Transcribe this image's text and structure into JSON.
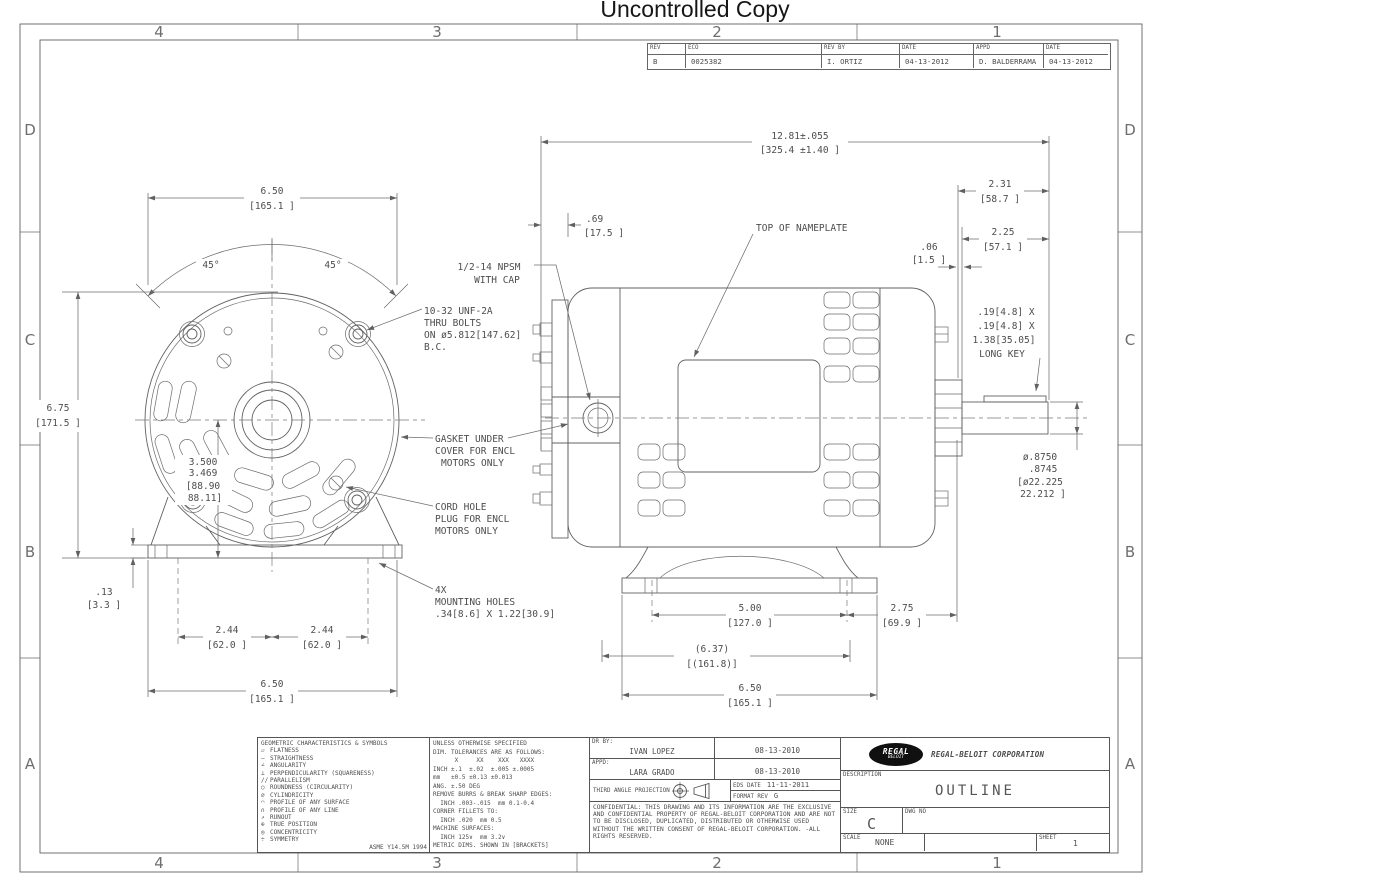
{
  "watermark": "Uncontrolled Copy",
  "zones": {
    "cols": [
      "4",
      "3",
      "2",
      "1"
    ],
    "rows": [
      "D",
      "C",
      "B",
      "A"
    ]
  },
  "rev_table": {
    "headers": [
      "REV",
      "ECO",
      "REV BY",
      "DATE",
      "APPD",
      "DATE"
    ],
    "values": [
      "B",
      "0025382",
      "I. ORTIZ",
      "04-13-2012",
      "D. BALDERRAMA",
      "04-13-2012"
    ]
  },
  "front": {
    "dia": {
      "in": "6.50",
      "mm": "[165.1 ]"
    },
    "angle_l": "45°",
    "angle_r": "45°",
    "height": {
      "in": "6.75",
      "mm": "[171.5 ]"
    },
    "ch": {
      "l1": "3.500",
      "l2": "3.469",
      "l3": "[88.90",
      "l4": "88.11]"
    },
    "foot_thk": {
      "in": ".13",
      "mm": "[3.3 ]"
    },
    "foot_l": {
      "in": "2.44",
      "mm": "[62.0 ]"
    },
    "foot_r": {
      "in": "2.44",
      "mm": "[62.0 ]"
    },
    "base": {
      "in": "6.50",
      "mm": "[165.1 ]"
    }
  },
  "side": {
    "overall": {
      "in": "12.81±.055",
      "mm": "[325.4 ±1.40 ]"
    },
    "setback": {
      "in": ".69",
      "mm": "[17.5 ]"
    },
    "nameplate": "TOP OF NAMEPLATE",
    "ext1": {
      "in": "2.31",
      "mm": "[58.7 ]"
    },
    "ext2": {
      "in": "2.25",
      "mm": "[57.1 ]"
    },
    "gap": {
      "in": ".06",
      "mm": "[1.5 ]"
    },
    "key": {
      "l1": ".19[4.8] X",
      "l2": ".19[4.8] X",
      "l3": "1.38[35.05]",
      "l4": "LONG KEY"
    },
    "shaft": {
      "l1": "ø.8750",
      "l2": ".8745",
      "l3": "[ø22.225",
      "l4": "22.212 ]"
    },
    "holes": {
      "in": "5.00",
      "mm": "[127.0 ]"
    },
    "hole_shaft": {
      "in": "2.75",
      "mm": "[69.9 ]"
    },
    "ref": {
      "in": "(6.37)",
      "mm": "[(161.8)]"
    },
    "base": {
      "in": "6.50",
      "mm": "[165.1 ]"
    }
  },
  "callouts": {
    "npsm": {
      "l1": "1/2-14 NPSM",
      "l2": "WITH CAP"
    },
    "bolts": {
      "l1": "10-32 UNF-2A",
      "l2": "THRU BOLTS",
      "l3": "ON ø5.812[147.62]",
      "l4": "B.C."
    },
    "gasket": {
      "l1": "GASKET UNDER",
      "l2": "COVER FOR ENCL",
      "l3": "MOTORS ONLY"
    },
    "cord": {
      "l1": "CORD HOLE",
      "l2": "PLUG FOR ENCL",
      "l3": "MOTORS ONLY"
    },
    "mount": {
      "l1": "4X",
      "l2": "MOUNTING HOLES",
      "l3": ".34[8.6] X 1.22[30.9]"
    }
  },
  "title_block": {
    "geo": {
      "title": "GEOMETRIC CHARACTERISTICS & SYMBOLS",
      "standard": "ASME Y14.5M 1994",
      "items": [
        {
          "s": "▱",
          "t": "FLATNESS"
        },
        {
          "s": "—",
          "t": "STRAIGHTNESS"
        },
        {
          "s": "∠",
          "t": "ANGULARITY"
        },
        {
          "s": "⊥",
          "t": "PERPENDICULARITY (SQUARENESS)"
        },
        {
          "s": "//",
          "t": "PARALLELISM"
        },
        {
          "s": "○",
          "t": "ROUNDNESS (CIRCULARITY)"
        },
        {
          "s": "⌀",
          "t": "CYLINDRICITY"
        },
        {
          "s": "◠",
          "t": "PROFILE OF ANY SURFACE"
        },
        {
          "s": "∩",
          "t": "PROFILE OF ANY LINE"
        },
        {
          "s": "↗",
          "t": "RUNOUT"
        },
        {
          "s": "⊕",
          "t": "TRUE POSITION"
        },
        {
          "s": "◎",
          "t": "CONCENTRICITY"
        },
        {
          "s": "÷",
          "t": "SYMMETRY"
        }
      ]
    },
    "tol": {
      "lines": [
        "UNLESS OTHERWISE SPECIFIED",
        "DIM. TOLERANCES ARE AS FOLLOWS:",
        "      X     XX    XXX   XXXX",
        "INCH ±.1  ±.02  ±.005 ±.0005",
        "mm   ±0.5 ±0.13 ±0.013",
        "ANG. ±.50 DEG",
        "REMOVE BURRS & BREAK SHARP EDGES:",
        "  INCH .003-.015  mm 0.1-0.4",
        "CORNER FILLETS TO:",
        "  INCH .020  mm 0.5",
        "MACHINE SURFACES:",
        "  INCH 125∨  mm 3.2∨",
        "METRIC DIMS. SHOWN IN [BRACKETS]"
      ]
    },
    "appr": {
      "dr_label": "DR BY:",
      "dr_name": "IVAN LOPEZ",
      "dr_date": "08-13-2010",
      "ap_label": "APPD:",
      "ap_name": "LARA GRADO",
      "ap_date": "08-13-2010",
      "proj": "THIRD ANGLE PROJECTION",
      "eds_label": "EDS DATE",
      "eds_date": "11-11-2011",
      "fmt_label": "FORMAT REV",
      "fmt_rev": "G"
    },
    "conf": "CONFIDENTIAL: THIS DRAWING AND ITS INFORMATION ARE THE EXCLUSIVE AND CONFIDENTIAL PROPERTY OF REGAL-BELOIT CORPORATION AND ARE NOT TO BE DISCLOSED, DUPLICATED, DISTRIBUTED OR OTHERWISE USED WITHOUT THE WRITTEN CONSENT OF REGAL-BELOIT CORPORATION. -ALL RIGHTS RESERVED.",
    "company": {
      "logo_top": "REGAL",
      "logo_bot": "BELOIT",
      "name": "REGAL-BELOIT CORPORATION"
    },
    "desc_label": "DESCRIPTION",
    "desc": "OUTLINE",
    "size_label": "SIZE",
    "size": "C",
    "dwg_label": "DWG NO",
    "scale_label": "SCALE",
    "scale": "NONE",
    "sheet_label": "SHEET",
    "sheet": "1"
  }
}
